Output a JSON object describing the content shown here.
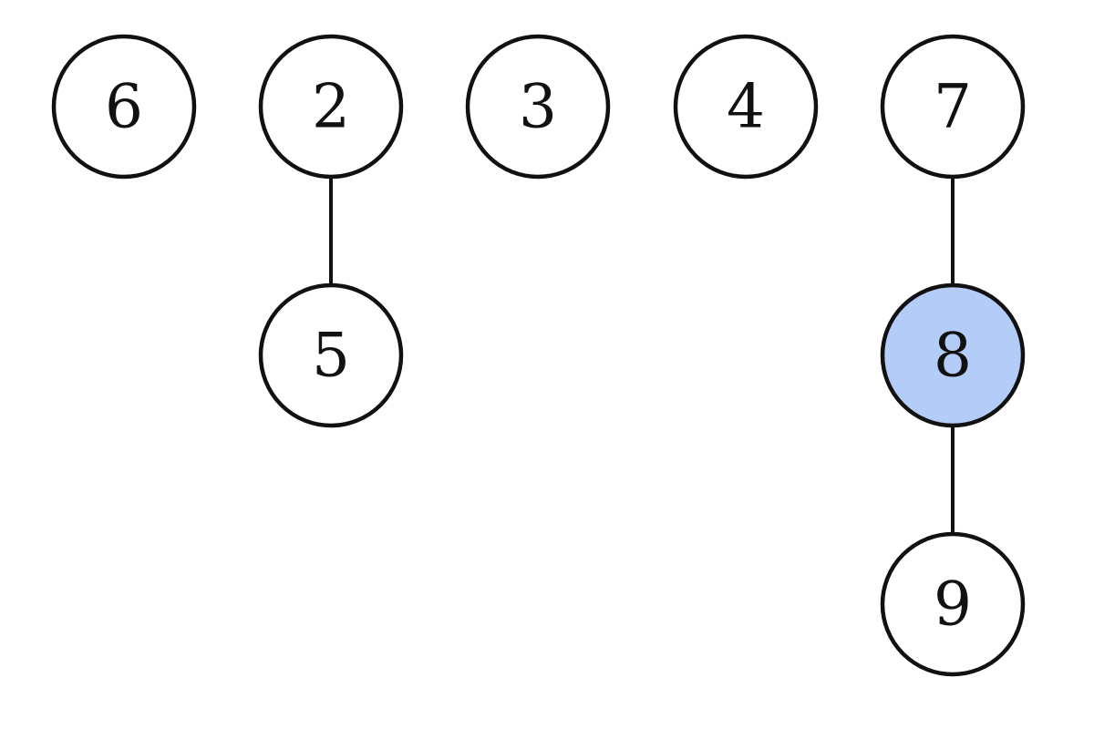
{
  "nodes": [
    {
      "id": "6",
      "label": "6",
      "highlighted": false
    },
    {
      "id": "2",
      "label": "2",
      "highlighted": false
    },
    {
      "id": "3",
      "label": "3",
      "highlighted": false
    },
    {
      "id": "4",
      "label": "4",
      "highlighted": false
    },
    {
      "id": "7",
      "label": "7",
      "highlighted": false
    },
    {
      "id": "5",
      "label": "5",
      "highlighted": false
    },
    {
      "id": "8",
      "label": "8",
      "highlighted": true
    },
    {
      "id": "9",
      "label": "9",
      "highlighted": false
    }
  ],
  "edges": [
    {
      "from": "2",
      "to": "5"
    },
    {
      "from": "7",
      "to": "8"
    },
    {
      "from": "8",
      "to": "9"
    }
  ],
  "colors": {
    "node_fill": "#ffffff",
    "highlight_fill": "#b4cdf8",
    "stroke": "#111111"
  }
}
